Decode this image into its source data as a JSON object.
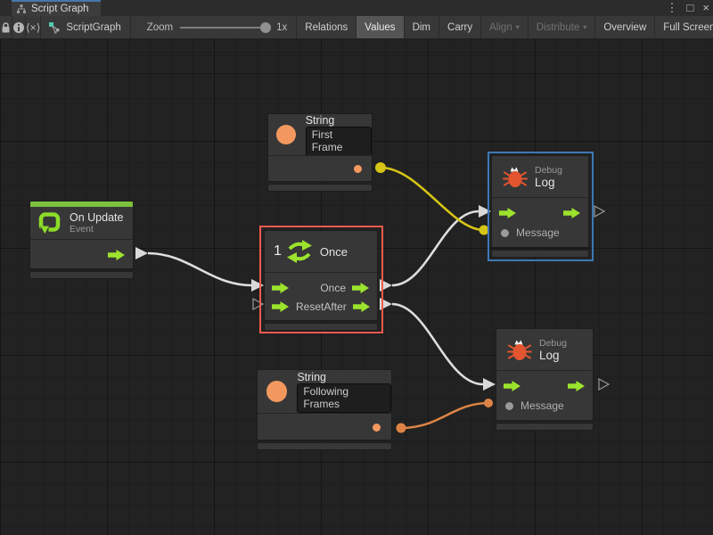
{
  "window": {
    "tab_title": "Script Graph",
    "menu_icon": "⋮",
    "maximize_icon": "□",
    "close_icon": "×"
  },
  "toolbar": {
    "code_button_label": "⟨×⟩",
    "graph_label": "ScriptGraph",
    "zoom_label": "Zoom",
    "zoom_value": "1x",
    "buttons": [
      {
        "label": "Relations",
        "state": "normal"
      },
      {
        "label": "Values",
        "state": "active"
      },
      {
        "label": "Dim",
        "state": "normal"
      },
      {
        "label": "Carry",
        "state": "normal"
      },
      {
        "label": "Align",
        "state": "disabled",
        "dropdown": "▾"
      },
      {
        "label": "Distribute",
        "state": "disabled",
        "dropdown": "▾"
      },
      {
        "label": "Overview",
        "state": "normal"
      },
      {
        "label": "Full Screen",
        "state": "normal"
      }
    ]
  },
  "nodes": {
    "string_first": {
      "title": "String",
      "value": "First Frame"
    },
    "on_update": {
      "title": "On Update",
      "subtitle": "Event"
    },
    "once": {
      "title": "Once",
      "icon_number": "1",
      "out_once": "Once",
      "in_reset": "Reset",
      "out_after": "After"
    },
    "debug_log_top": {
      "subtitle": "Debug",
      "title": "Log",
      "message_label": "Message"
    },
    "debug_log_bottom": {
      "subtitle": "Debug",
      "title": "Log",
      "message_label": "Message"
    },
    "string_following": {
      "title": "String",
      "value": "Following Frames"
    }
  },
  "connections": [
    {
      "from": "on-update.event",
      "to": "once.enter",
      "type": "flow",
      "color": "#dedede"
    },
    {
      "from": "once.once",
      "to": "debug-log-top.enter",
      "type": "flow",
      "color": "#dedede"
    },
    {
      "from": "once.after",
      "to": "debug-log-bottom.enter",
      "type": "flow",
      "color": "#dedede"
    },
    {
      "from": "string-first.out",
      "to": "debug-log-top.message",
      "type": "value",
      "color": "#d6c516"
    },
    {
      "from": "string-following.out",
      "to": "debug-log-bottom.message",
      "type": "value",
      "color": "#dd8445"
    }
  ],
  "colors": {
    "accent_green": "#9ce32d",
    "event_green": "#7cc23d",
    "value_orange": "#f2985f",
    "bug_red": "#e2552f",
    "selection_red": "#ed5a4e",
    "selection_blue": "#3c79b5",
    "wire_white": "#dedede",
    "wire_yellow": "#d6c516",
    "wire_orange": "#dd8445"
  }
}
